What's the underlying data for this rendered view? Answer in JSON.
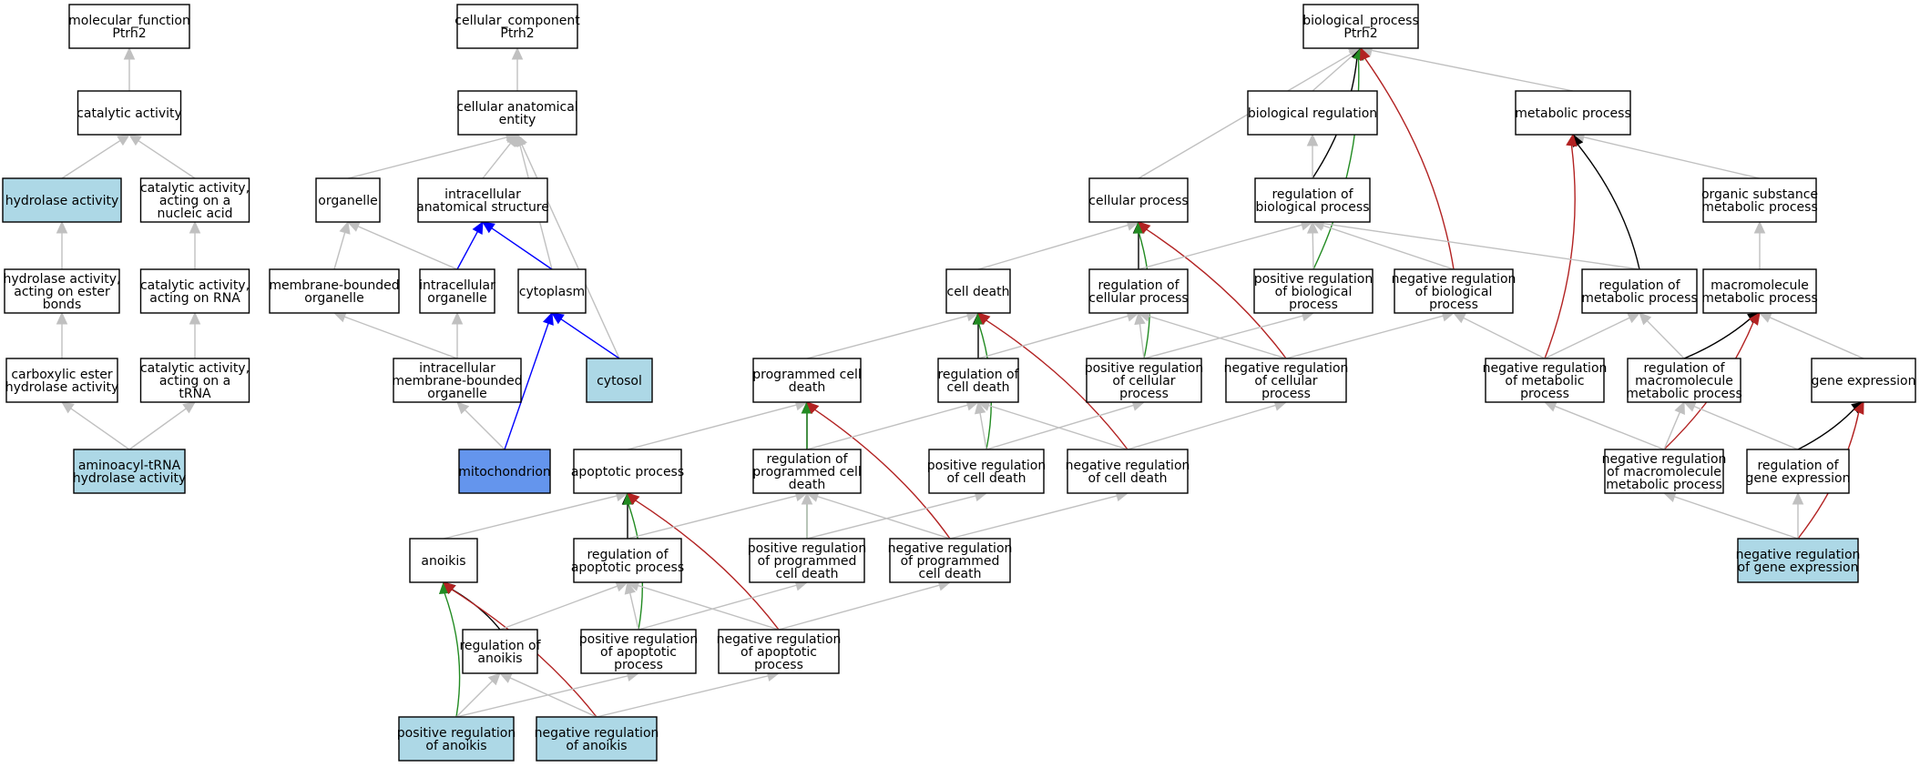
{
  "colors": {
    "default_fill": "#ffffff",
    "light_blue": "#add8e6",
    "medium_blue": "#6495ed",
    "is_a": "#c0c0c0",
    "part_of": "#0000ff",
    "regulates": "#000000",
    "positively_regulates": "#228b22",
    "negatively_regulates": "#b22222"
  },
  "nodes": [
    {
      "id": "mf",
      "lines": [
        "molecular_function",
        "Ptrh2"
      ],
      "fill": "default_fill"
    },
    {
      "id": "cat",
      "lines": [
        "catalytic activity"
      ],
      "fill": "default_fill"
    },
    {
      "id": "hyd",
      "lines": [
        "hydrolase activity"
      ],
      "fill": "light_blue"
    },
    {
      "id": "catna",
      "lines": [
        "catalytic activity,",
        "acting on a",
        "nucleic acid"
      ],
      "fill": "default_fill"
    },
    {
      "id": "hydest",
      "lines": [
        "hydrolase activity,",
        "acting on ester",
        "bonds"
      ],
      "fill": "default_fill"
    },
    {
      "id": "catrna",
      "lines": [
        "catalytic activity,",
        "acting on RNA"
      ],
      "fill": "default_fill"
    },
    {
      "id": "carbx",
      "lines": [
        "carboxylic ester",
        "hydrolase activity"
      ],
      "fill": "default_fill"
    },
    {
      "id": "cattrna",
      "lines": [
        "catalytic activity,",
        "acting on a",
        "tRNA"
      ],
      "fill": "default_fill"
    },
    {
      "id": "aatrna",
      "lines": [
        "aminoacyl-tRNA",
        "hydrolase activity"
      ],
      "fill": "light_blue"
    },
    {
      "id": "cc",
      "lines": [
        "cellular_component",
        "Ptrh2"
      ],
      "fill": "default_fill"
    },
    {
      "id": "cae",
      "lines": [
        "cellular anatomical",
        "entity"
      ],
      "fill": "default_fill"
    },
    {
      "id": "org",
      "lines": [
        "organelle"
      ],
      "fill": "default_fill"
    },
    {
      "id": "ias",
      "lines": [
        "intracellular",
        "anatomical structure"
      ],
      "fill": "default_fill"
    },
    {
      "id": "mbo",
      "lines": [
        "membrane-bounded",
        "organelle"
      ],
      "fill": "default_fill"
    },
    {
      "id": "io",
      "lines": [
        "intracellular",
        "organelle"
      ],
      "fill": "default_fill"
    },
    {
      "id": "cyto",
      "lines": [
        "cytoplasm"
      ],
      "fill": "default_fill"
    },
    {
      "id": "cytosol",
      "lines": [
        "cytosol"
      ],
      "fill": "light_blue"
    },
    {
      "id": "imbo",
      "lines": [
        "intracellular",
        "membrane-bounded",
        "organelle"
      ],
      "fill": "default_fill"
    },
    {
      "id": "mito",
      "lines": [
        "mitochondrion"
      ],
      "fill": "medium_blue"
    },
    {
      "id": "bp",
      "lines": [
        "biological_process",
        "Ptrh2"
      ],
      "fill": "default_fill"
    },
    {
      "id": "breg",
      "lines": [
        "biological regulation"
      ],
      "fill": "default_fill"
    },
    {
      "id": "metab",
      "lines": [
        "metabolic process"
      ],
      "fill": "default_fill"
    },
    {
      "id": "cellp",
      "lines": [
        "cellular process"
      ],
      "fill": "default_fill"
    },
    {
      "id": "regbp",
      "lines": [
        "regulation of",
        "biological process"
      ],
      "fill": "default_fill"
    },
    {
      "id": "osmp",
      "lines": [
        "organic substance",
        "metabolic process"
      ],
      "fill": "default_fill"
    },
    {
      "id": "celld",
      "lines": [
        "cell death"
      ],
      "fill": "default_fill"
    },
    {
      "id": "regcp",
      "lines": [
        "regulation of",
        "cellular process"
      ],
      "fill": "default_fill"
    },
    {
      "id": "posbp",
      "lines": [
        "positive regulation",
        "of biological",
        "process"
      ],
      "fill": "default_fill"
    },
    {
      "id": "negbp",
      "lines": [
        "negative regulation",
        "of biological",
        "process"
      ],
      "fill": "default_fill"
    },
    {
      "id": "regmp",
      "lines": [
        "regulation of",
        "metabolic process"
      ],
      "fill": "default_fill"
    },
    {
      "id": "mmp",
      "lines": [
        "macromolecule",
        "metabolic process"
      ],
      "fill": "default_fill"
    },
    {
      "id": "pcd",
      "lines": [
        "programmed cell",
        "death"
      ],
      "fill": "default_fill"
    },
    {
      "id": "regcd",
      "lines": [
        "regulation of",
        "cell death"
      ],
      "fill": "default_fill"
    },
    {
      "id": "poscp",
      "lines": [
        "positive regulation",
        "of cellular",
        "process"
      ],
      "fill": "default_fill"
    },
    {
      "id": "negcp",
      "lines": [
        "negative regulation",
        "of cellular",
        "process"
      ],
      "fill": "default_fill"
    },
    {
      "id": "negmp",
      "lines": [
        "negative regulation",
        "of metabolic",
        "process"
      ],
      "fill": "default_fill"
    },
    {
      "id": "regmmp",
      "lines": [
        "regulation of",
        "macromolecule",
        "metabolic process"
      ],
      "fill": "default_fill"
    },
    {
      "id": "gexp",
      "lines": [
        "gene expression"
      ],
      "fill": "default_fill"
    },
    {
      "id": "apop",
      "lines": [
        "apoptotic process"
      ],
      "fill": "default_fill"
    },
    {
      "id": "regpcd",
      "lines": [
        "regulation of",
        "programmed cell",
        "death"
      ],
      "fill": "default_fill"
    },
    {
      "id": "poscd",
      "lines": [
        "positive regulation",
        "of cell death"
      ],
      "fill": "default_fill"
    },
    {
      "id": "negcd",
      "lines": [
        "negative regulation",
        "of cell death"
      ],
      "fill": "default_fill"
    },
    {
      "id": "negmmp",
      "lines": [
        "negative regulation",
        "of macromolecule",
        "metabolic process"
      ],
      "fill": "default_fill"
    },
    {
      "id": "reggexp",
      "lines": [
        "regulation of",
        "gene expression"
      ],
      "fill": "default_fill"
    },
    {
      "id": "anoikis",
      "lines": [
        "anoikis"
      ],
      "fill": "default_fill"
    },
    {
      "id": "regap",
      "lines": [
        "regulation of",
        "apoptotic process"
      ],
      "fill": "default_fill"
    },
    {
      "id": "pospcd",
      "lines": [
        "positive regulation",
        "of programmed",
        "cell death"
      ],
      "fill": "default_fill"
    },
    {
      "id": "negpcd",
      "lines": [
        "negative regulation",
        "of programmed",
        "cell death"
      ],
      "fill": "default_fill"
    },
    {
      "id": "neggexp",
      "lines": [
        "negative regulation",
        "of gene expression"
      ],
      "fill": "light_blue"
    },
    {
      "id": "reganoikis",
      "lines": [
        "regulation of",
        "anoikis"
      ],
      "fill": "default_fill"
    },
    {
      "id": "posap",
      "lines": [
        "positive regulation",
        "of apoptotic",
        "process"
      ],
      "fill": "default_fill"
    },
    {
      "id": "negap",
      "lines": [
        "negative regulation",
        "of apoptotic",
        "process"
      ],
      "fill": "default_fill"
    },
    {
      "id": "posanoikis",
      "lines": [
        "positive regulation",
        "of anoikis"
      ],
      "fill": "light_blue"
    },
    {
      "id": "neganoikis",
      "lines": [
        "negative regulation",
        "of anoikis"
      ],
      "fill": "light_blue"
    }
  ],
  "edges": [
    {
      "from": "cat",
      "to": "mf",
      "rel": "is_a"
    },
    {
      "from": "hyd",
      "to": "cat",
      "rel": "is_a"
    },
    {
      "from": "catna",
      "to": "cat",
      "rel": "is_a"
    },
    {
      "from": "hydest",
      "to": "hyd",
      "rel": "is_a"
    },
    {
      "from": "catrna",
      "to": "catna",
      "rel": "is_a"
    },
    {
      "from": "carbx",
      "to": "hydest",
      "rel": "is_a"
    },
    {
      "from": "cattrna",
      "to": "catrna",
      "rel": "is_a"
    },
    {
      "from": "aatrna",
      "to": "carbx",
      "rel": "is_a"
    },
    {
      "from": "aatrna",
      "to": "cattrna",
      "rel": "is_a"
    },
    {
      "from": "cae",
      "to": "cc",
      "rel": "is_a"
    },
    {
      "from": "org",
      "to": "cae",
      "rel": "is_a"
    },
    {
      "from": "ias",
      "to": "cae",
      "rel": "is_a"
    },
    {
      "from": "cyto",
      "to": "cae",
      "rel": "is_a"
    },
    {
      "from": "cytosol",
      "to": "cae",
      "rel": "is_a"
    },
    {
      "from": "mbo",
      "to": "org",
      "rel": "is_a"
    },
    {
      "from": "io",
      "to": "org",
      "rel": "is_a"
    },
    {
      "from": "io",
      "to": "ias",
      "rel": "part_of"
    },
    {
      "from": "cyto",
      "to": "ias",
      "rel": "part_of"
    },
    {
      "from": "cytosol",
      "to": "cyto",
      "rel": "part_of"
    },
    {
      "from": "imbo",
      "to": "mbo",
      "rel": "is_a"
    },
    {
      "from": "imbo",
      "to": "io",
      "rel": "is_a"
    },
    {
      "from": "mito",
      "to": "imbo",
      "rel": "is_a"
    },
    {
      "from": "mito",
      "to": "cyto",
      "rel": "part_of"
    },
    {
      "from": "breg",
      "to": "bp",
      "rel": "is_a"
    },
    {
      "from": "metab",
      "to": "bp",
      "rel": "is_a"
    },
    {
      "from": "cellp",
      "to": "bp",
      "rel": "is_a"
    },
    {
      "from": "regbp",
      "to": "bp",
      "rel": "regulates"
    },
    {
      "from": "posbp",
      "to": "bp",
      "rel": "positively_regulates"
    },
    {
      "from": "negbp",
      "to": "bp",
      "rel": "negatively_regulates"
    },
    {
      "from": "regbp",
      "to": "breg",
      "rel": "is_a"
    },
    {
      "from": "osmp",
      "to": "metab",
      "rel": "is_a"
    },
    {
      "from": "regmp",
      "to": "metab",
      "rel": "regulates"
    },
    {
      "from": "negmp",
      "to": "metab",
      "rel": "negatively_regulates"
    },
    {
      "from": "celld",
      "to": "cellp",
      "rel": "is_a"
    },
    {
      "from": "regcp",
      "to": "cellp",
      "rel": "regulates"
    },
    {
      "from": "poscp",
      "to": "cellp",
      "rel": "positively_regulates"
    },
    {
      "from": "negcp",
      "to": "cellp",
      "rel": "negatively_regulates"
    },
    {
      "from": "regcp",
      "to": "regbp",
      "rel": "is_a"
    },
    {
      "from": "posbp",
      "to": "regbp",
      "rel": "is_a"
    },
    {
      "from": "negbp",
      "to": "regbp",
      "rel": "is_a"
    },
    {
      "from": "regmp",
      "to": "regbp",
      "rel": "is_a"
    },
    {
      "from": "mmp",
      "to": "osmp",
      "rel": "is_a"
    },
    {
      "from": "pcd",
      "to": "celld",
      "rel": "is_a"
    },
    {
      "from": "regcd",
      "to": "celld",
      "rel": "regulates"
    },
    {
      "from": "poscd",
      "to": "celld",
      "rel": "positively_regulates"
    },
    {
      "from": "negcd",
      "to": "celld",
      "rel": "negatively_regulates"
    },
    {
      "from": "regcd",
      "to": "regcp",
      "rel": "is_a"
    },
    {
      "from": "poscp",
      "to": "regcp",
      "rel": "is_a"
    },
    {
      "from": "negcp",
      "to": "regcp",
      "rel": "is_a"
    },
    {
      "from": "poscp",
      "to": "posbp",
      "rel": "is_a"
    },
    {
      "from": "negcp",
      "to": "negbp",
      "rel": "is_a"
    },
    {
      "from": "negmp",
      "to": "negbp",
      "rel": "is_a"
    },
    {
      "from": "negmp",
      "to": "regmp",
      "rel": "is_a"
    },
    {
      "from": "regmmp",
      "to": "regmp",
      "rel": "is_a"
    },
    {
      "from": "regmmp",
      "to": "mmp",
      "rel": "regulates"
    },
    {
      "from": "negmmp",
      "to": "mmp",
      "rel": "negatively_regulates"
    },
    {
      "from": "gexp",
      "to": "mmp",
      "rel": "is_a"
    },
    {
      "from": "apop",
      "to": "pcd",
      "rel": "is_a"
    },
    {
      "from": "regpcd",
      "to": "pcd",
      "rel": "regulates"
    },
    {
      "from": "pospcd",
      "to": "pcd",
      "rel": "positively_regulates"
    },
    {
      "from": "negpcd",
      "to": "pcd",
      "rel": "negatively_regulates"
    },
    {
      "from": "regpcd",
      "to": "regcd",
      "rel": "is_a"
    },
    {
      "from": "poscd",
      "to": "regcd",
      "rel": "is_a"
    },
    {
      "from": "negcd",
      "to": "regcd",
      "rel": "is_a"
    },
    {
      "from": "poscd",
      "to": "poscp",
      "rel": "is_a"
    },
    {
      "from": "negcd",
      "to": "negcp",
      "rel": "is_a"
    },
    {
      "from": "negmmp",
      "to": "negmp",
      "rel": "is_a"
    },
    {
      "from": "negmmp",
      "to": "regmmp",
      "rel": "is_a"
    },
    {
      "from": "reggexp",
      "to": "regmmp",
      "rel": "is_a"
    },
    {
      "from": "reggexp",
      "to": "gexp",
      "rel": "regulates"
    },
    {
      "from": "neggexp",
      "to": "gexp",
      "rel": "negatively_regulates"
    },
    {
      "from": "anoikis",
      "to": "apop",
      "rel": "is_a"
    },
    {
      "from": "regap",
      "to": "apop",
      "rel": "regulates"
    },
    {
      "from": "posap",
      "to": "apop",
      "rel": "positively_regulates"
    },
    {
      "from": "negap",
      "to": "apop",
      "rel": "negatively_regulates"
    },
    {
      "from": "regap",
      "to": "regpcd",
      "rel": "is_a"
    },
    {
      "from": "pospcd",
      "to": "regpcd",
      "rel": "is_a"
    },
    {
      "from": "negpcd",
      "to": "regpcd",
      "rel": "is_a"
    },
    {
      "from": "pospcd",
      "to": "poscd",
      "rel": "is_a"
    },
    {
      "from": "negpcd",
      "to": "negcd",
      "rel": "is_a"
    },
    {
      "from": "neggexp",
      "to": "negmmp",
      "rel": "is_a"
    },
    {
      "from": "neggexp",
      "to": "reggexp",
      "rel": "is_a"
    },
    {
      "from": "reganoikis",
      "to": "anoikis",
      "rel": "regulates"
    },
    {
      "from": "posanoikis",
      "to": "anoikis",
      "rel": "positively_regulates"
    },
    {
      "from": "neganoikis",
      "to": "anoikis",
      "rel": "negatively_regulates"
    },
    {
      "from": "reganoikis",
      "to": "regap",
      "rel": "is_a"
    },
    {
      "from": "posap",
      "to": "regap",
      "rel": "is_a"
    },
    {
      "from": "negap",
      "to": "regap",
      "rel": "is_a"
    },
    {
      "from": "posap",
      "to": "pospcd",
      "rel": "is_a"
    },
    {
      "from": "negap",
      "to": "negpcd",
      "rel": "is_a"
    },
    {
      "from": "posanoikis",
      "to": "reganoikis",
      "rel": "is_a"
    },
    {
      "from": "neganoikis",
      "to": "reganoikis",
      "rel": "is_a"
    },
    {
      "from": "posanoikis",
      "to": "posap",
      "rel": "is_a"
    },
    {
      "from": "neganoikis",
      "to": "negap",
      "rel": "is_a"
    }
  ]
}
